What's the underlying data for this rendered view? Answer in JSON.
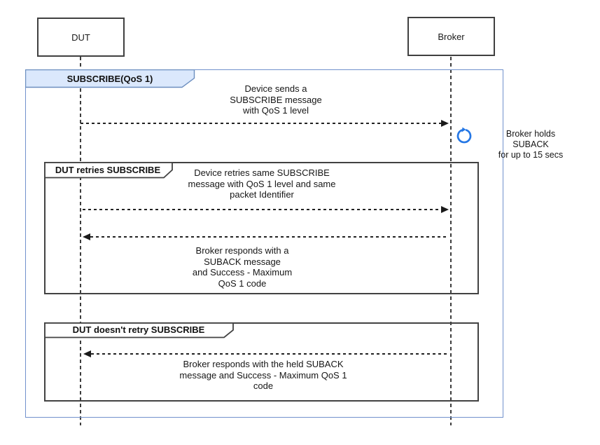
{
  "actors": {
    "dut": {
      "label": "DUT"
    },
    "broker": {
      "label": "Broker"
    }
  },
  "outer_frame": {
    "label": "SUBSCRIBE(QoS 1)"
  },
  "inner_frames": {
    "retry": {
      "label": "DUT retries SUBSCRIBE"
    },
    "no_retry": {
      "label": "DUT doesn't retry SUBSCRIBE"
    }
  },
  "messages": {
    "subscribe_note": "Device sends a\nSUBSCRIBE message\nwith QoS 1 level",
    "retry_note": "Device retries same SUBSCRIBE\nmessage with QoS 1 level and same\npacket Identifier",
    "suback_note": "Broker responds with a\nSUBACK message\nand Success - Maximum\nQoS 1  code",
    "held_suback_note": "Broker responds with the held SUBACK\nmessage and Success - Maximum QoS 1\ncode"
  },
  "annotations": {
    "broker_hold": "Broker holds SUBACK\nfor up to 15 secs",
    "hold_icon": "refresh-icon"
  },
  "colors": {
    "outer_frame_border": "#7191cc",
    "outer_tab_fill": "#dbe8fc",
    "outer_tab_border": "#6c8ebf",
    "inner_frame_border": "#424242",
    "hold_icon_blue": "#2577e5",
    "arrow_color": "#1a1a1a"
  }
}
